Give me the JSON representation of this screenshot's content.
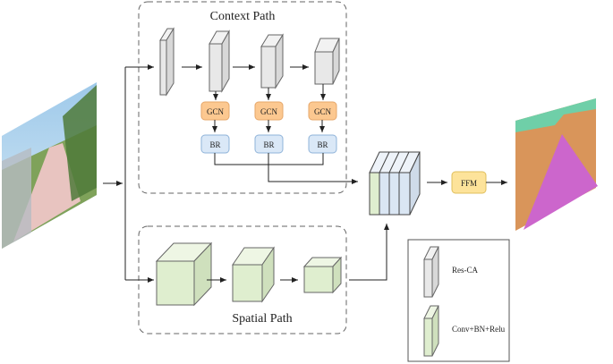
{
  "diagram": {
    "context_path": {
      "title": "Context Path",
      "blocks": [
        "Res-CA",
        "Res-CA",
        "Res-CA",
        "Res-CA"
      ],
      "gcn_label": "GCN",
      "br_label": "BR"
    },
    "spatial_path": {
      "title": "Spatial Path",
      "blocks": [
        "Conv+BN+Relu",
        "Conv+BN+Relu",
        "Conv+BN+Relu"
      ]
    },
    "ffm_label": "FFM",
    "input_image": "road scene photo",
    "output_image": "segmentation mask",
    "legend": {
      "items": [
        {
          "label": "Res-CA",
          "color": "#e8e8e8"
        },
        {
          "label": "Conv+BN+Relu",
          "color": "#dfeecf"
        }
      ]
    },
    "colors": {
      "gcn": "#fcc890",
      "br": "#dae8f7",
      "ffm": "#fde39a",
      "res_ca": "#e8e8e8",
      "conv": "#dfeecf",
      "mask_sky": "#6fcfa8",
      "mask_road": "#cc66cc",
      "mask_bg": "#d9955a"
    }
  }
}
